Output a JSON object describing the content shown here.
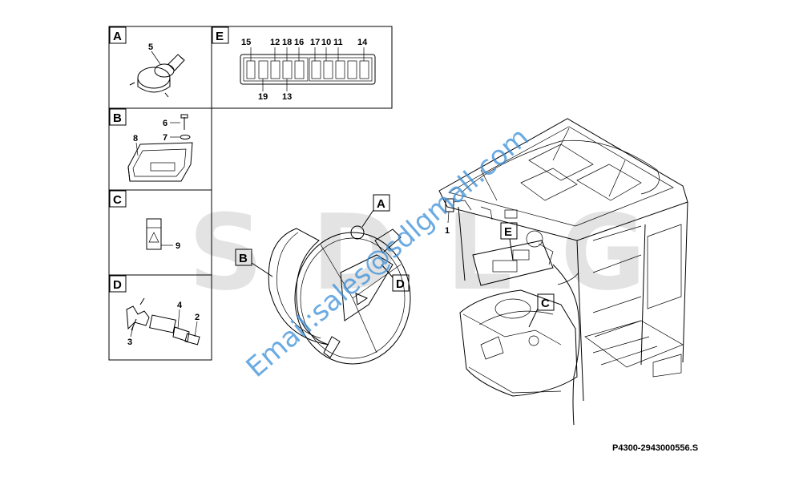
{
  "panels": {
    "A": {
      "letter": "A",
      "part_numbers": [
        "5"
      ]
    },
    "B": {
      "letter": "B",
      "part_numbers": [
        "6",
        "7",
        "8"
      ]
    },
    "C": {
      "letter": "C",
      "part_numbers": [
        "9"
      ]
    },
    "D": {
      "letter": "D",
      "part_numbers": [
        "4",
        "2",
        "3"
      ]
    },
    "E": {
      "letter": "E",
      "top_numbers": [
        "15",
        "12",
        "18",
        "16",
        "17",
        "10",
        "11",
        "14"
      ],
      "bottom_numbers": [
        "19",
        "13"
      ]
    }
  },
  "callouts": {
    "A": "A",
    "B": "B",
    "C": "C",
    "D": "D",
    "E": "E",
    "part_1": "1"
  },
  "watermark": {
    "text": "Email:sales@sdlgmall.com",
    "background_logo": "SDLG"
  },
  "drawing_code": "P4300-2943000556.S",
  "colors": {
    "line": "#000000",
    "watermark": "#3a8fd8",
    "logo": "#e3e3e3"
  }
}
